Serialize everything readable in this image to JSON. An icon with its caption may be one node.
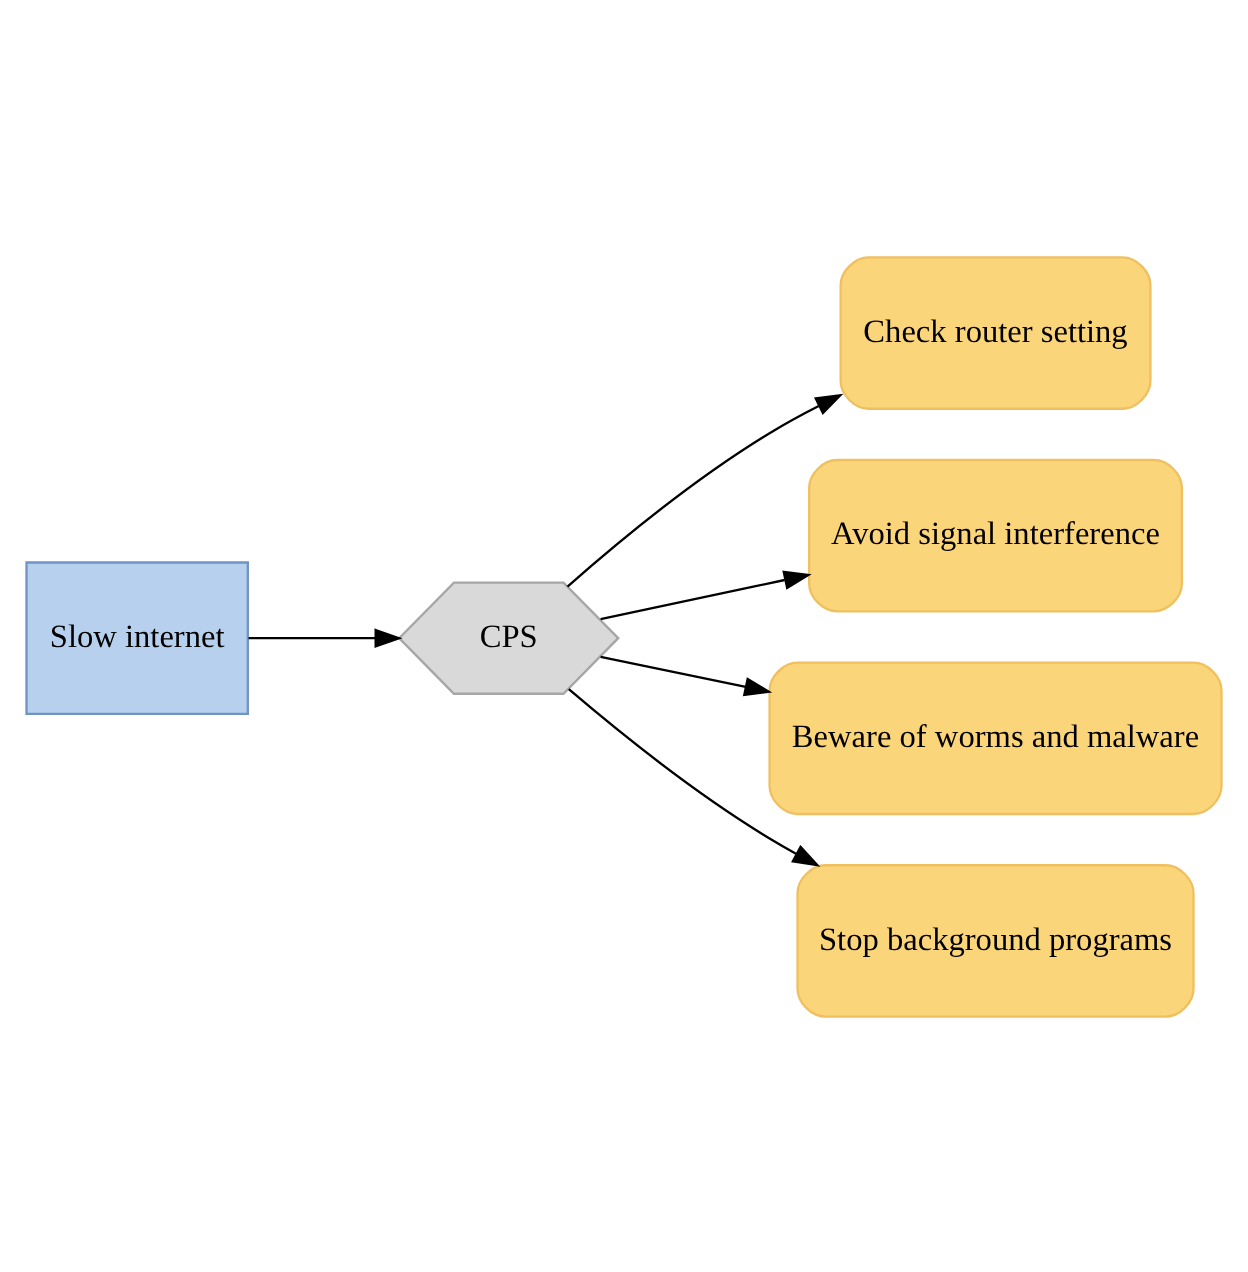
{
  "diagram": {
    "nodes": [
      {
        "text": [
          "Slow internet"
        ]
      },
      {
        "text": [
          "CPS"
        ]
      },
      {
        "text": [
          "Check router setting"
        ]
      },
      {
        "text": [
          "Avoid signal interference"
        ]
      },
      {
        "text": [
          "Beware of worms and malware"
        ]
      },
      {
        "text": [
          "Stop background programs"
        ]
      }
    ],
    "edges": [
      {
        "from": 0,
        "to": 1,
        "arrow": "to"
      },
      {
        "from": 1,
        "to": 2,
        "arrow": "to"
      },
      {
        "from": 1,
        "to": 3,
        "arrow": "to"
      },
      {
        "from": 1,
        "to": 4,
        "arrow": "to"
      },
      {
        "from": 1,
        "to": 5,
        "arrow": "to"
      }
    ]
  }
}
